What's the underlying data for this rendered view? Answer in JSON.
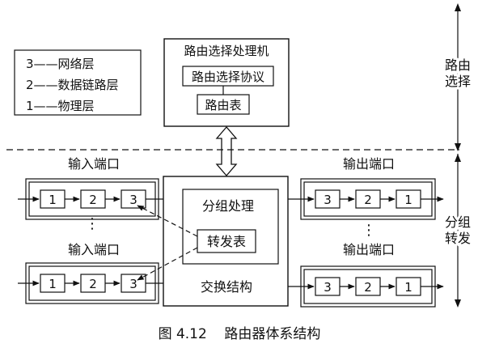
{
  "legend": {
    "l3": "3——网络层",
    "l2": "2——数据链路层",
    "l1": "1——物理层"
  },
  "routing_processor": {
    "title": "路由选择处理机",
    "protocol": "路由选择协议",
    "table": "路由表"
  },
  "plane_labels": {
    "routing_line1": "路由",
    "routing_line2": "选择",
    "forwarding_line1": "分组",
    "forwarding_line2": "转发"
  },
  "input_ports": {
    "top_label": "输入端口",
    "bottom_label": "输入端口",
    "layers": [
      "1",
      "2",
      "3"
    ]
  },
  "output_ports": {
    "top_label": "输出端口",
    "bottom_label": "输出端口",
    "layers": [
      "3",
      "2",
      "1"
    ]
  },
  "switch_fabric": {
    "packet_processing": "分组处理",
    "forwarding_table": "转发表",
    "fabric_label": "交换结构"
  },
  "ellipsis": "⋮",
  "caption": "图 4.12    路由器体系结构"
}
